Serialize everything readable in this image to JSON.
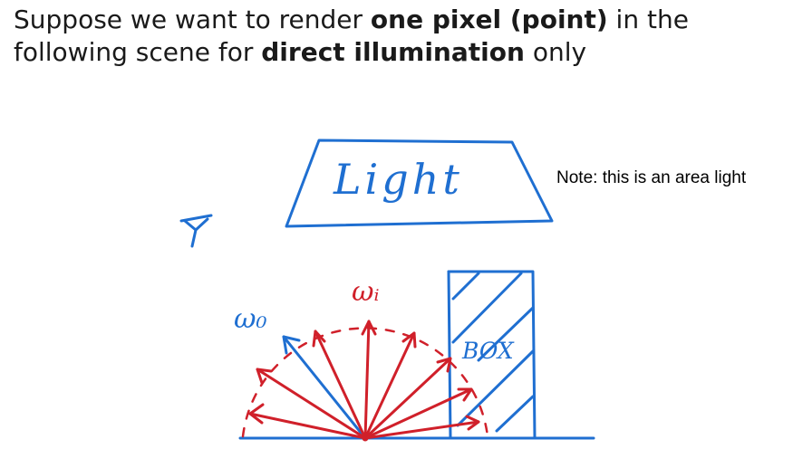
{
  "heading": {
    "part1": "Suppose we want to render ",
    "bold1": "one pixel (point)",
    "part2": " in the following scene for ",
    "bold2": "direct illumination",
    "part3": " only"
  },
  "note": "Note: this is an area light",
  "handwritten": {
    "light": "Light",
    "wo": "ω₀",
    "wi": "ωᵢ",
    "box": "BOX"
  },
  "colors": {
    "text": "#1a1a1a",
    "blue_ink": "#1f6fd1",
    "red_ink": "#d0202a"
  },
  "icons": {
    "camera": "camera-sketch-icon"
  }
}
